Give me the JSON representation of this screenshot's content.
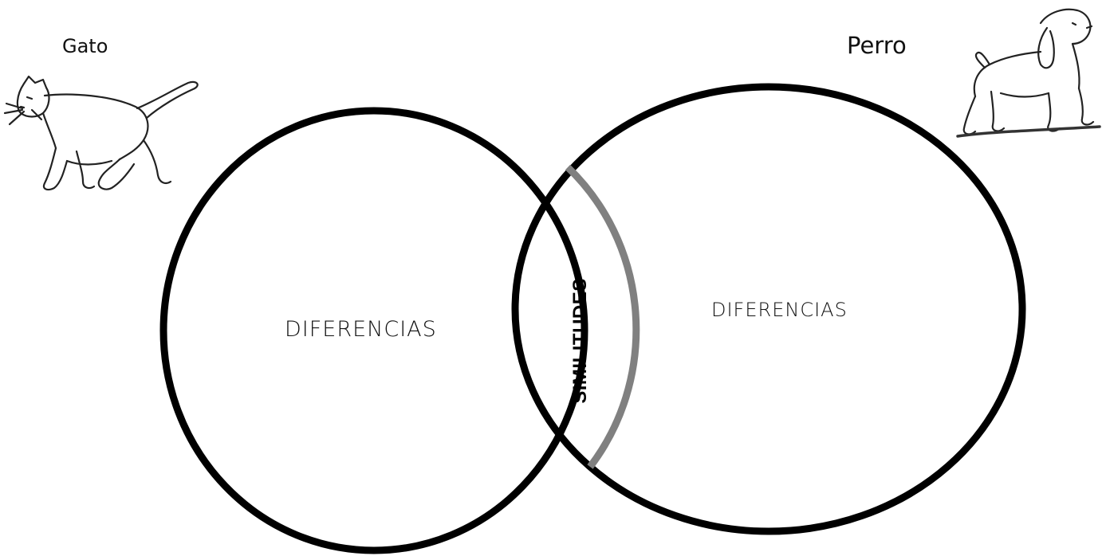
{
  "diagram": {
    "left_set": {
      "title": "Gato",
      "region_label": "DIFERENCIAS",
      "picture": "cat-sketch"
    },
    "right_set": {
      "title": "Perro",
      "region_label": "DIFERENCIAS",
      "picture": "dog-sketch"
    },
    "intersection": {
      "label": "SIMILITUDES"
    },
    "colors": {
      "outline": "#000000",
      "overlap_arc": "#808080",
      "background": "#ffffff"
    }
  }
}
